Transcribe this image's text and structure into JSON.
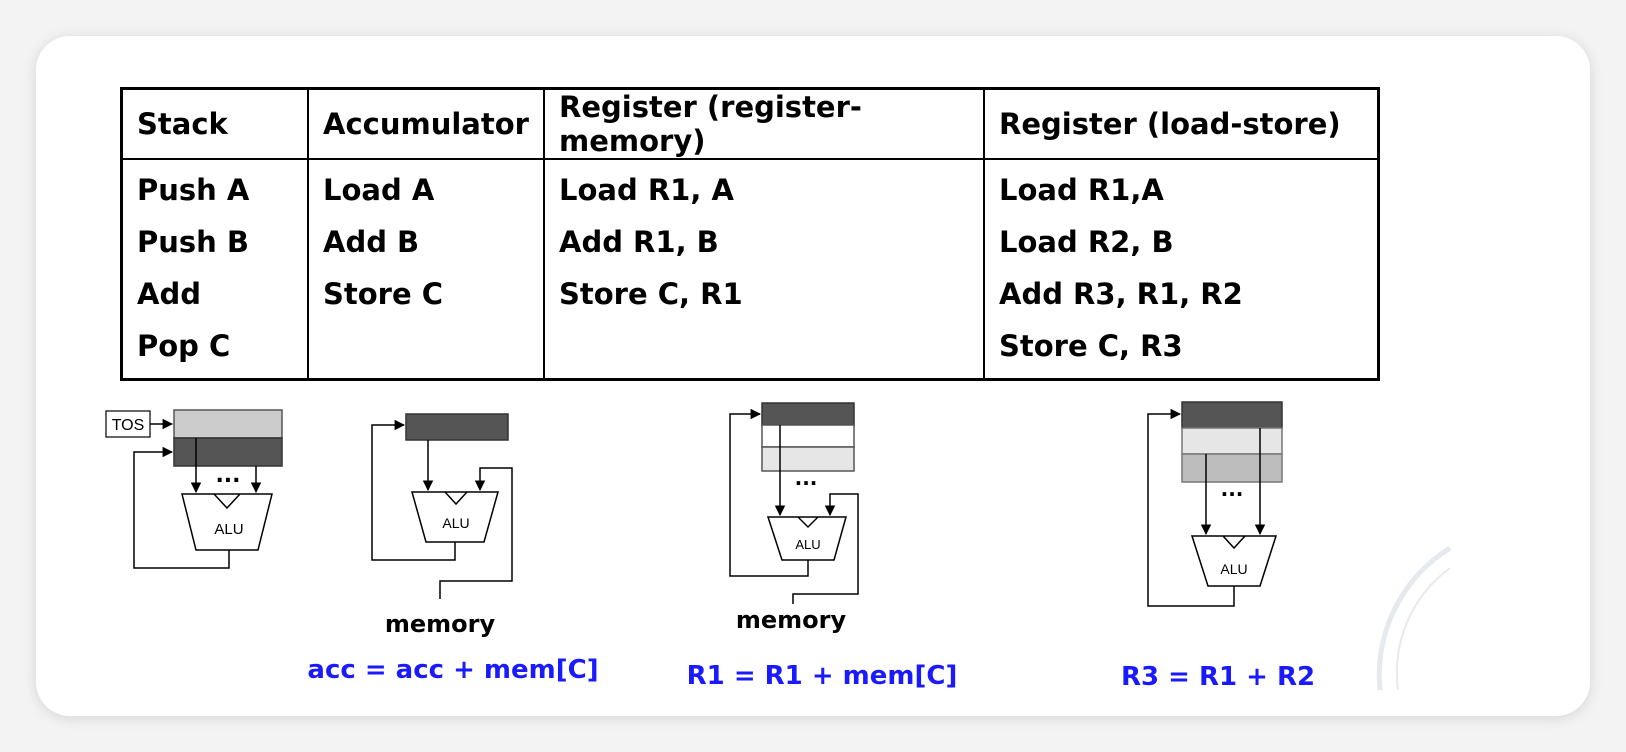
{
  "table": {
    "headers": [
      "Stack",
      "Accumulator",
      "Register (register-memory)",
      "Register (load-store)"
    ],
    "columns": [
      [
        "Push A",
        "Push B",
        "Add",
        "Pop C"
      ],
      [
        "Load A",
        "Add B",
        "Store C"
      ],
      [
        "Load R1, A",
        "Add R1, B",
        "Store C, R1"
      ],
      [
        "Load R1,A",
        "Load R2, B",
        "Add R3, R1, R2",
        "Store C, R3"
      ]
    ]
  },
  "diagrams": {
    "stack": {
      "tos_label": "TOS",
      "alu_label": "ALU",
      "ellipsis": "..."
    },
    "accumulator": {
      "alu_label": "ALU",
      "memory_label": "memory",
      "equation": "acc =  acc + mem[C]"
    },
    "register_memory": {
      "alu_label": "ALU",
      "ellipsis": "...",
      "memory_label": "memory",
      "equation": "R1 =  R1 + mem[C]"
    },
    "load_store": {
      "alu_label": "ALU",
      "ellipsis": "...",
      "equation": "R3 =  R1 + R2"
    }
  },
  "colors": {
    "equation": "#1a1aff",
    "dark_register": "#555555",
    "light_register": "#cccccc",
    "lighter_register": "#e6e6e6",
    "mid_register": "#bdbdbd"
  }
}
